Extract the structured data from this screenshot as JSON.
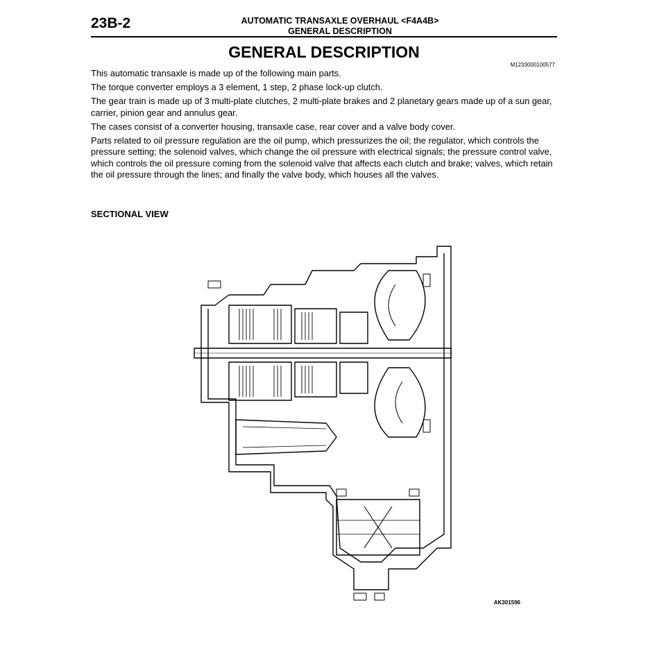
{
  "header": {
    "page_number": "23B-2",
    "title_line1": "AUTOMATIC TRANSAXLE OVERHAUL <F4A4B>",
    "title_line2": "GENERAL DESCRIPTION"
  },
  "main_title": "GENERAL DESCRIPTION",
  "doc_id": "M1233000100577",
  "paragraphs": [
    "This automatic transaxle is made up of the following main parts.",
    "The torque converter employs a 3 element, 1 step, 2 phase lock-up clutch.",
    "The gear train is made up of 3 multi-plate clutches, 2 multi-plate brakes and 2 planetary gears made up of a sun gear, carrier, pinion gear and annulus gear.",
    "The cases consist of a converter housing, transaxle case, rear cover and a valve body cover.",
    "Parts related to oil pressure regulation are the oil pump, which pressurizes the oil; the regulator, which controls the pressure setting; the solenoid valves, which change the oil pressure with electrical signals; the pressure control valve, which controls the oil pressure coming from the solenoid valve that affects each clutch and brake; valves, which retain the oil pressure through the lines; and finally the valve body, which houses all the valves."
  ],
  "section_heading": "SECTIONAL VIEW",
  "figure_id": "AK301596"
}
